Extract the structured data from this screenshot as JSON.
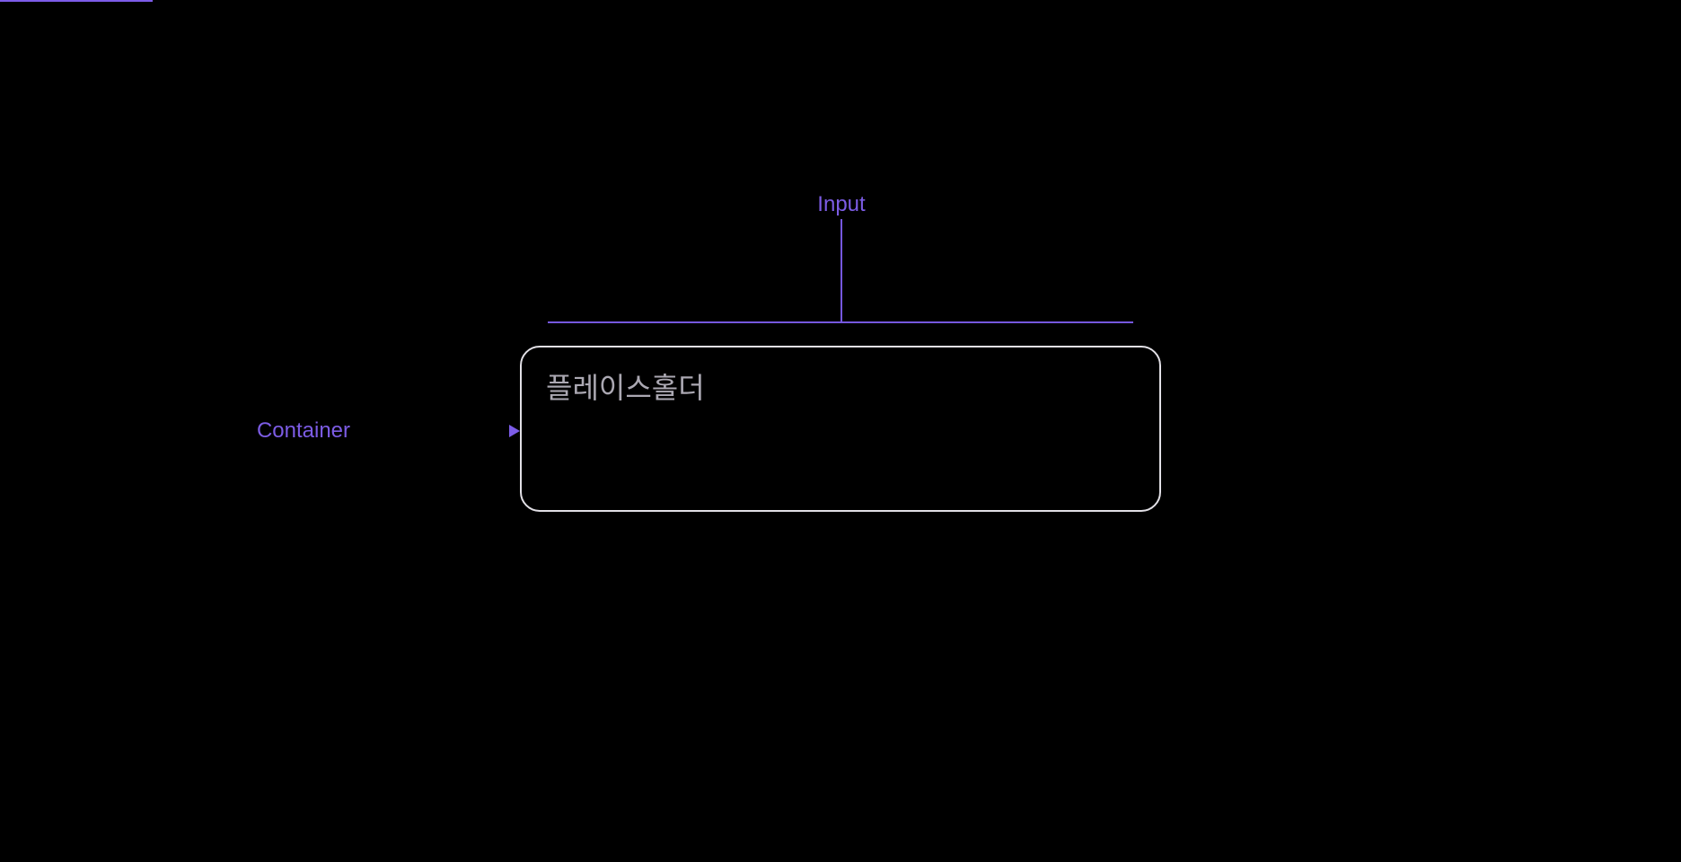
{
  "canvas": {
    "background_color": "#000000",
    "accent_color": "#7C5CE4",
    "line_color": "#7557DE",
    "container_border_color": "#E2E0E6",
    "placeholder_text_color": "#ABA8B2"
  },
  "annotations": {
    "input": {
      "label": "Input"
    },
    "container": {
      "label": "Container"
    }
  },
  "input_component": {
    "placeholder": "플레이스홀더"
  }
}
